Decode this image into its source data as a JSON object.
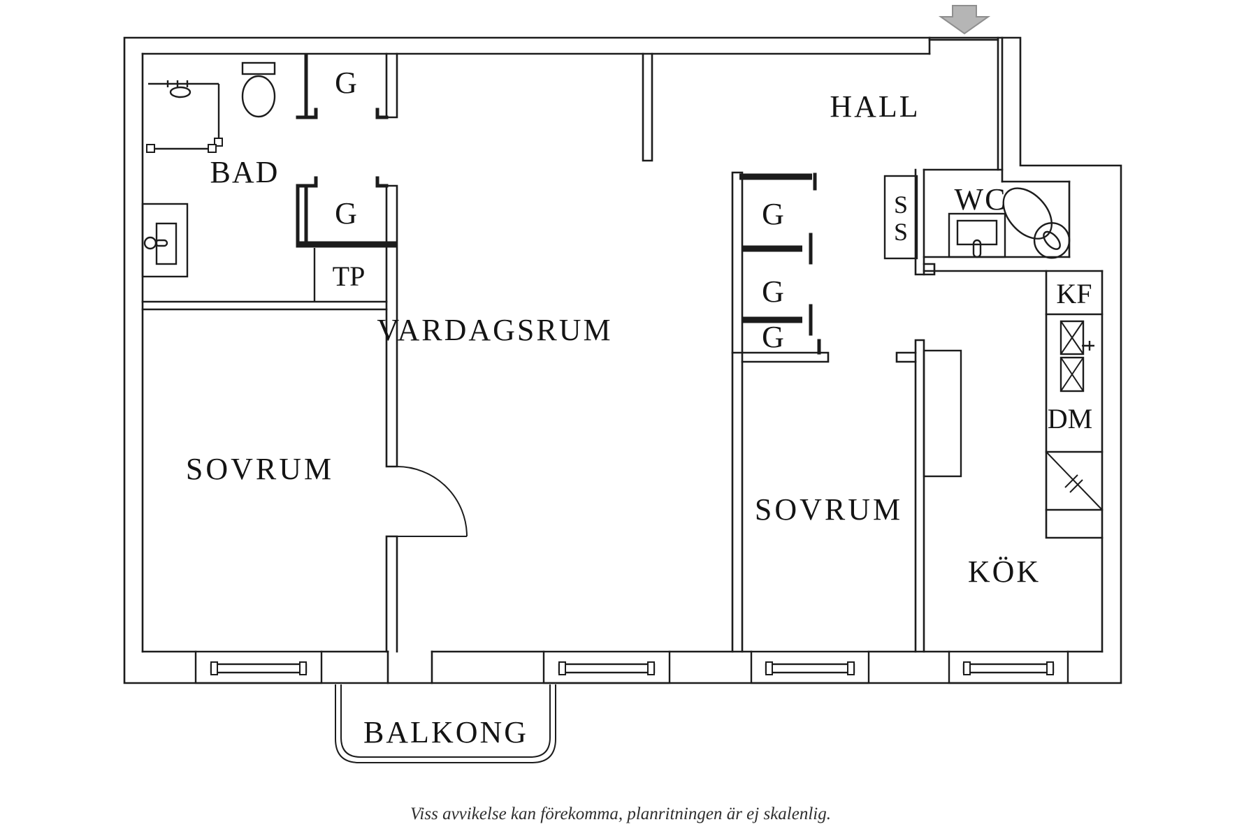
{
  "labels": {
    "bad": "BAD",
    "hall": "HALL",
    "vardagsrum": "VARDAGSRUM",
    "sovrum_left": "SOVRUM",
    "sovrum_right": "SOVRUM",
    "kok": "KÖK",
    "balkong": "BALKONG",
    "wc": "WC",
    "g_top_1": "G",
    "g_top_2": "G",
    "tp": "TP",
    "g_mid_1": "G",
    "g_mid_2": "G",
    "g_mid_3": "G",
    "kf": "KF",
    "dm": "DM",
    "s_1": "S",
    "s_2": "S",
    "footer": "Viss avvikelse kan förekomma, planritningen är ej skalenlig."
  },
  "colors": {
    "line": "#1c1c1c",
    "entry_arrow_fill": "#b5b5b5",
    "entry_arrow_stroke": "#8f8f8f",
    "background": "#ffffff"
  },
  "icons": {
    "entry_arrow": "down-arrow-entry",
    "shower": "shower",
    "toilet": "toilet",
    "sink": "sink"
  }
}
